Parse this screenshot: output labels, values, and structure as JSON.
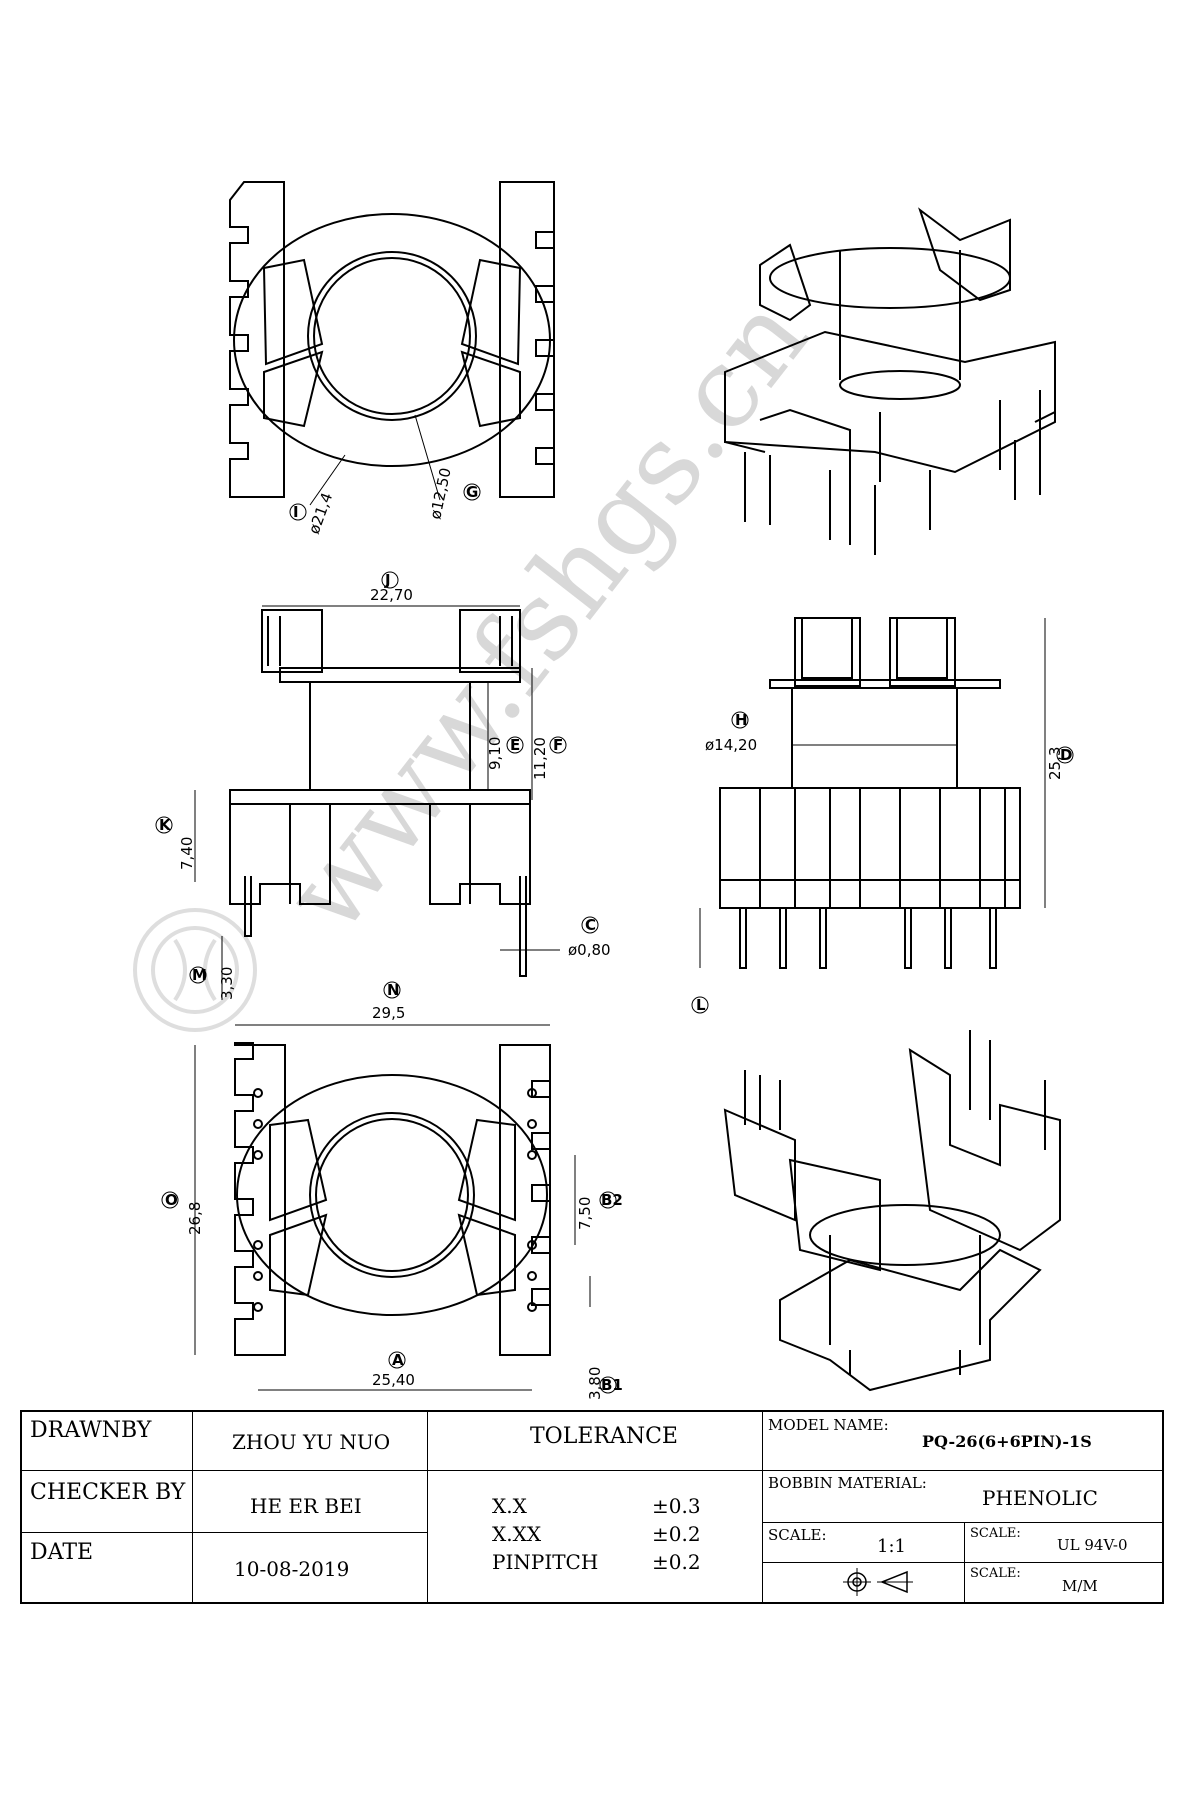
{
  "watermark": "www.fshgs.cn",
  "dimensions": {
    "top_view": {
      "outer_dia": "ø21,4",
      "inner_dia": "ø12,50",
      "ref_I": "I",
      "ref_G": "G"
    },
    "front_view": {
      "width": "22,70",
      "ref_J": "J",
      "inner_h": "9,10",
      "ref_E": "E",
      "flange_h": "11,20",
      "ref_F": "F",
      "base_h": "7,40",
      "ref_K": "K",
      "pin_dia": "ø0,80",
      "ref_C": "C",
      "pin_len": "3,30",
      "ref_M": "M"
    },
    "side_view": {
      "core_dia": "ø14,20",
      "ref_H": "H",
      "total_h": "25,3",
      "ref_D": "D",
      "ref_L": "L"
    },
    "bottom_view": {
      "total_w": "29,5",
      "ref_N": "N",
      "total_h": "26,8",
      "ref_O": "O",
      "row_gap": "7,50",
      "ref_B2": "B2",
      "pin_span": "25,40",
      "ref_A": "A",
      "pitch": "3,80",
      "ref_B1": "B1"
    }
  },
  "title_block": {
    "drawn_by_label": "DRAWNBY",
    "drawn_by": "ZHOU YU NUO",
    "checker_label": "CHECKER BY",
    "checker": "HE ER BEI",
    "date_label": "DATE",
    "date": "10-08-2019",
    "tolerance_label": "TOLERANCE",
    "tolerances": [
      {
        "name": "X.X",
        "value": "±0.3"
      },
      {
        "name": "X.XX",
        "value": "±0.2"
      },
      {
        "name": "PINPITCH",
        "value": "±0.2"
      }
    ],
    "model_label": "MODEL NAME:",
    "model": "PQ-26(6+6PIN)-1S",
    "material_label": "BOBBIN MATERIAL:",
    "material": "PHENOLIC",
    "scale_label": "SCALE:",
    "scale": "1:1",
    "scale2_label": "SCALE:",
    "flammability": "UL 94V-0",
    "scale3_label": "SCALE:",
    "unit": "M/M"
  }
}
